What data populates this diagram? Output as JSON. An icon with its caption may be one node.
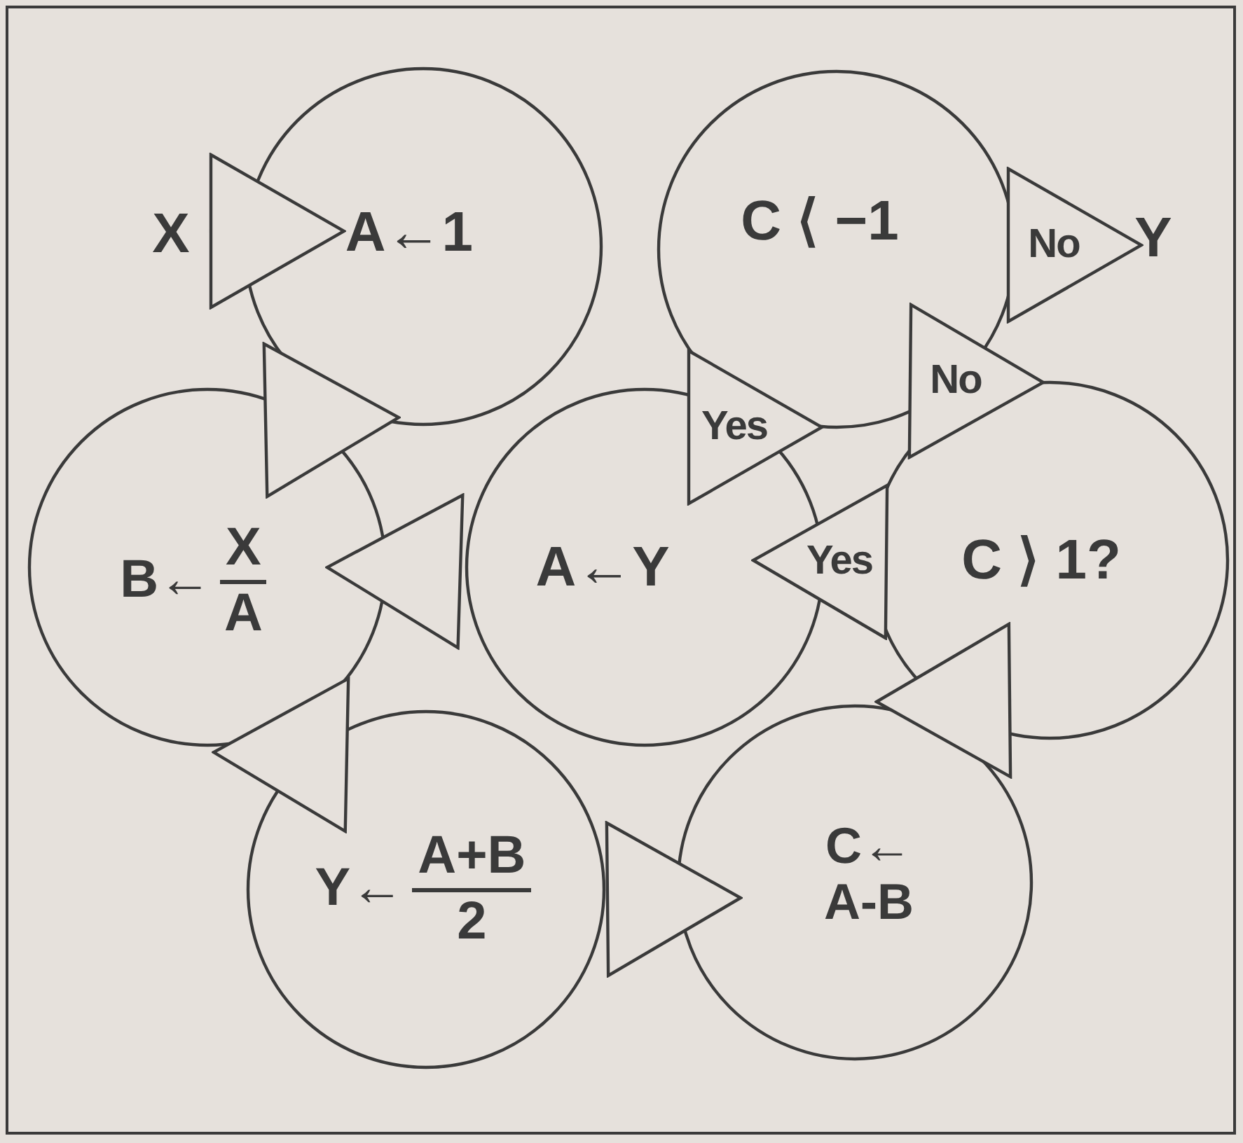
{
  "diagram": {
    "nodes": [
      {
        "text": [
          "X"
        ]
      },
      {
        "text": [
          "A←1"
        ]
      },
      {
        "text": [
          "C ⟨ −1"
        ]
      },
      {
        "text": [
          "Y"
        ]
      },
      {
        "text": [
          "B←",
          "X",
          "A"
        ]
      },
      {
        "text": [
          "A←Y"
        ]
      },
      {
        "text": [
          "C ⟩ 1?"
        ]
      },
      {
        "text": [
          "Y←",
          "A+B",
          "2"
        ]
      },
      {
        "text": [
          "C←",
          "A-B"
        ]
      }
    ],
    "edges": [
      {
        "from": 0,
        "to": 1,
        "arrow": "to"
      },
      {
        "from": 4,
        "to": 1,
        "arrow": "to"
      },
      {
        "from": 7,
        "to": 4,
        "arrow": "to"
      },
      {
        "from": 7,
        "to": 8,
        "arrow": "to"
      },
      {
        "from": 6,
        "to": 8,
        "arrow": "to"
      },
      {
        "from": 6,
        "to": 5,
        "arrow": "to",
        "label": "Yes"
      },
      {
        "from": 2,
        "to": 6,
        "arrow": "to",
        "label": "No"
      },
      {
        "from": 5,
        "to": 2,
        "arrow": "to",
        "label": "Yes"
      },
      {
        "from": 2,
        "to": 3,
        "arrow": "to",
        "label": "No"
      },
      {
        "from": 5,
        "to": 4,
        "arrow": "to"
      }
    ]
  }
}
